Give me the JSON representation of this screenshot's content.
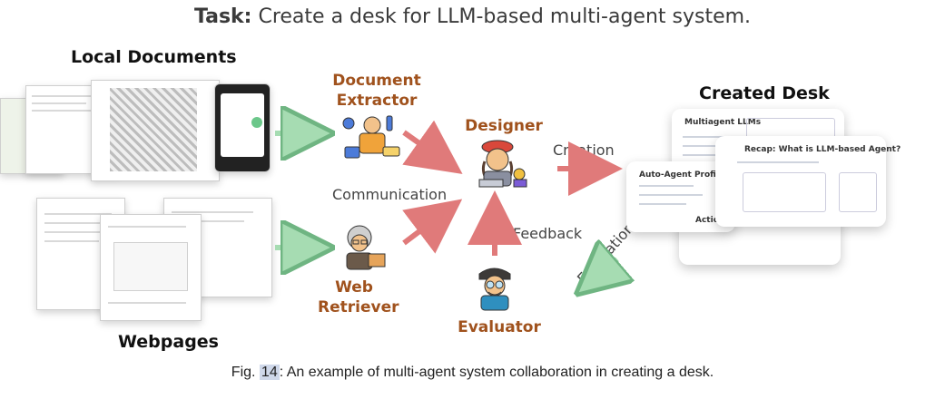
{
  "title": {
    "prefix": "Task:",
    "text": " Create a desk for LLM-based multi-agent system."
  },
  "sources": {
    "local_documents": "Local Documents",
    "webpages": "Webpages"
  },
  "agents": {
    "document_extractor": "Document Extractor",
    "web_retriever": "Web Retriever",
    "designer": "Designer",
    "evaluator": "Evaluator"
  },
  "edges": {
    "communication": "Communication",
    "creation": "Creation",
    "feedback": "Feedback",
    "evaluation": "Evaluation"
  },
  "output": {
    "created_desk": "Created Desk",
    "slide_titles": [
      "Multiagent LLMs",
      "Auto-Agent Profiling",
      "Recap: What is LLM-based Agent?",
      "Action"
    ]
  },
  "caption": {
    "prefix": "Fig. ",
    "number": "14",
    "text": ": An example of multi-agent system collaboration in creating a desk."
  },
  "colors": {
    "agent_label": "#a0521d",
    "arrow_red": "#e07a7a",
    "arrow_green": "#a6dcb2"
  }
}
